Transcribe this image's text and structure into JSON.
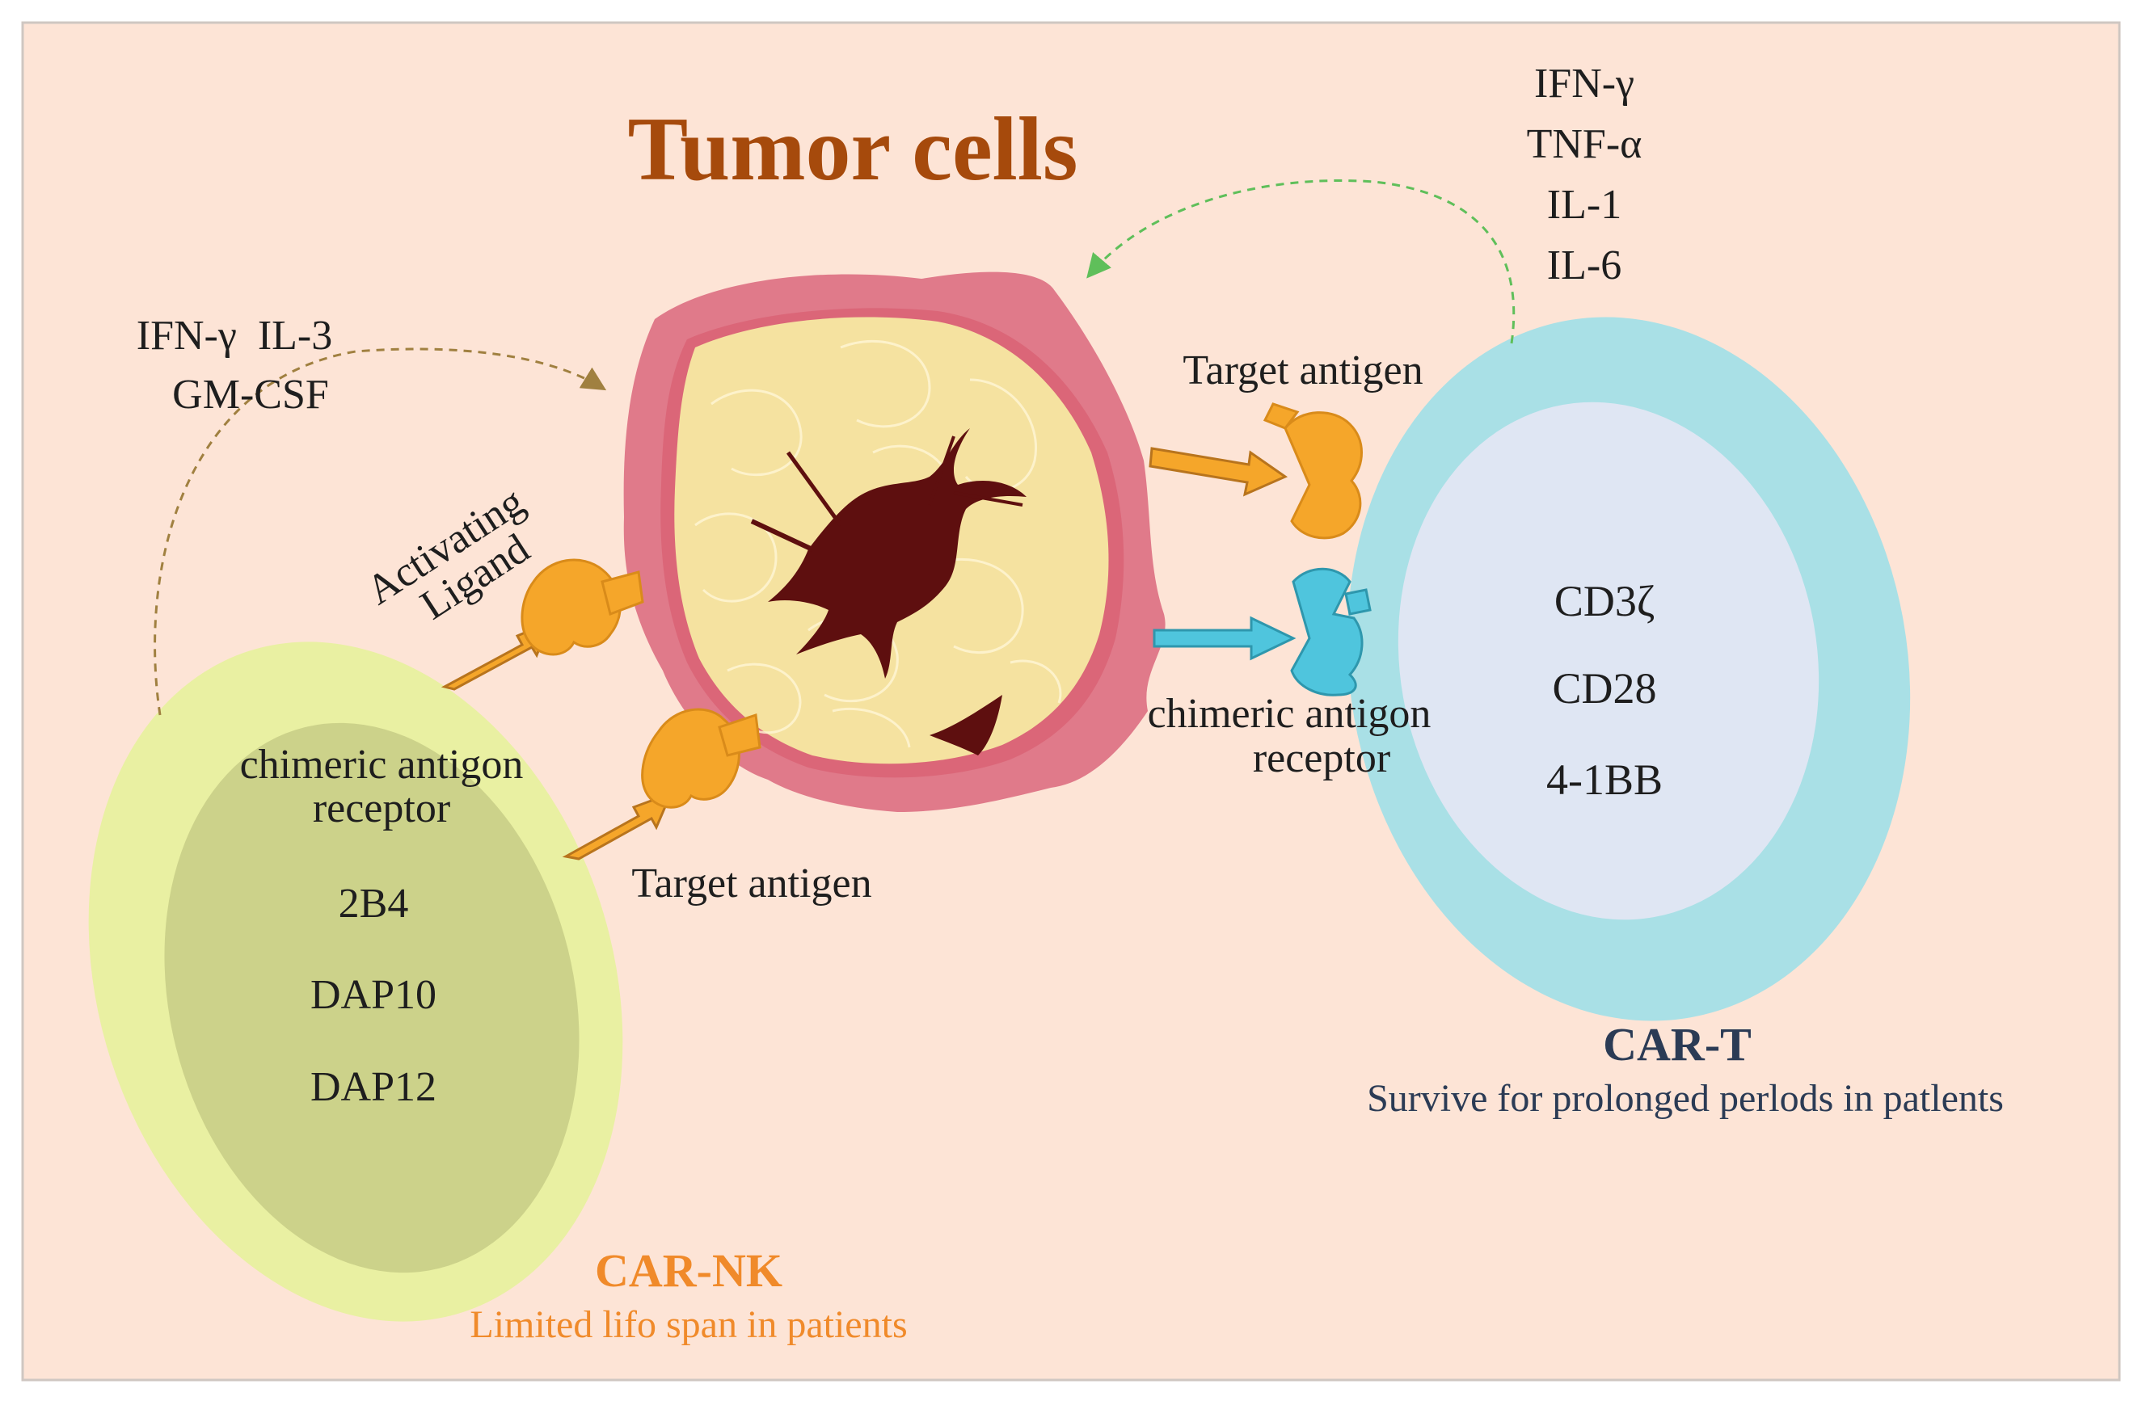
{
  "title": "Tumor cells",
  "car_nk": {
    "name": "CAR-NK",
    "note": "Limited lifo span in patients",
    "cytokines": [
      "IFN-γ  IL-3",
      "GM-CSF"
    ],
    "receptor_label_1": "chimeric antigon",
    "receptor_label_2": "receptor",
    "domains": [
      "2B4",
      "DAP10",
      "DAP12"
    ],
    "activating_ligand_1": "Activating",
    "activating_ligand_2": "Ligand",
    "target_antigen": "Target antigen"
  },
  "car_t": {
    "name": "CAR-T",
    "note": "Survive for prolonged perlods in patlents",
    "cytokines": [
      "IFN-γ",
      "TNF-α",
      "IL-1",
      "IL-6"
    ],
    "target_antigen": "Target antigen",
    "receptor_label_1": "chimeric antigon",
    "receptor_label_2": "receptor",
    "domains": [
      "CD3ζ",
      "CD28",
      "4-1BB"
    ]
  },
  "colors": {
    "background": "#fde4d6",
    "title": "#a64a0c",
    "nk_outer": "#e9f0a2",
    "nk_inner": "#ccd28a",
    "nk_label": "#f08a2a",
    "t_outer": "#a9e0e6",
    "t_inner": "#dfe6f3",
    "t_label": "#2b3b55",
    "tumor_rim": "#e07a8a",
    "tumor_core": "#f5e2a0",
    "nucleus": "#5e0f0f",
    "antigen": "#f5a62a",
    "receptor_cyan": "#4fc5dd"
  }
}
